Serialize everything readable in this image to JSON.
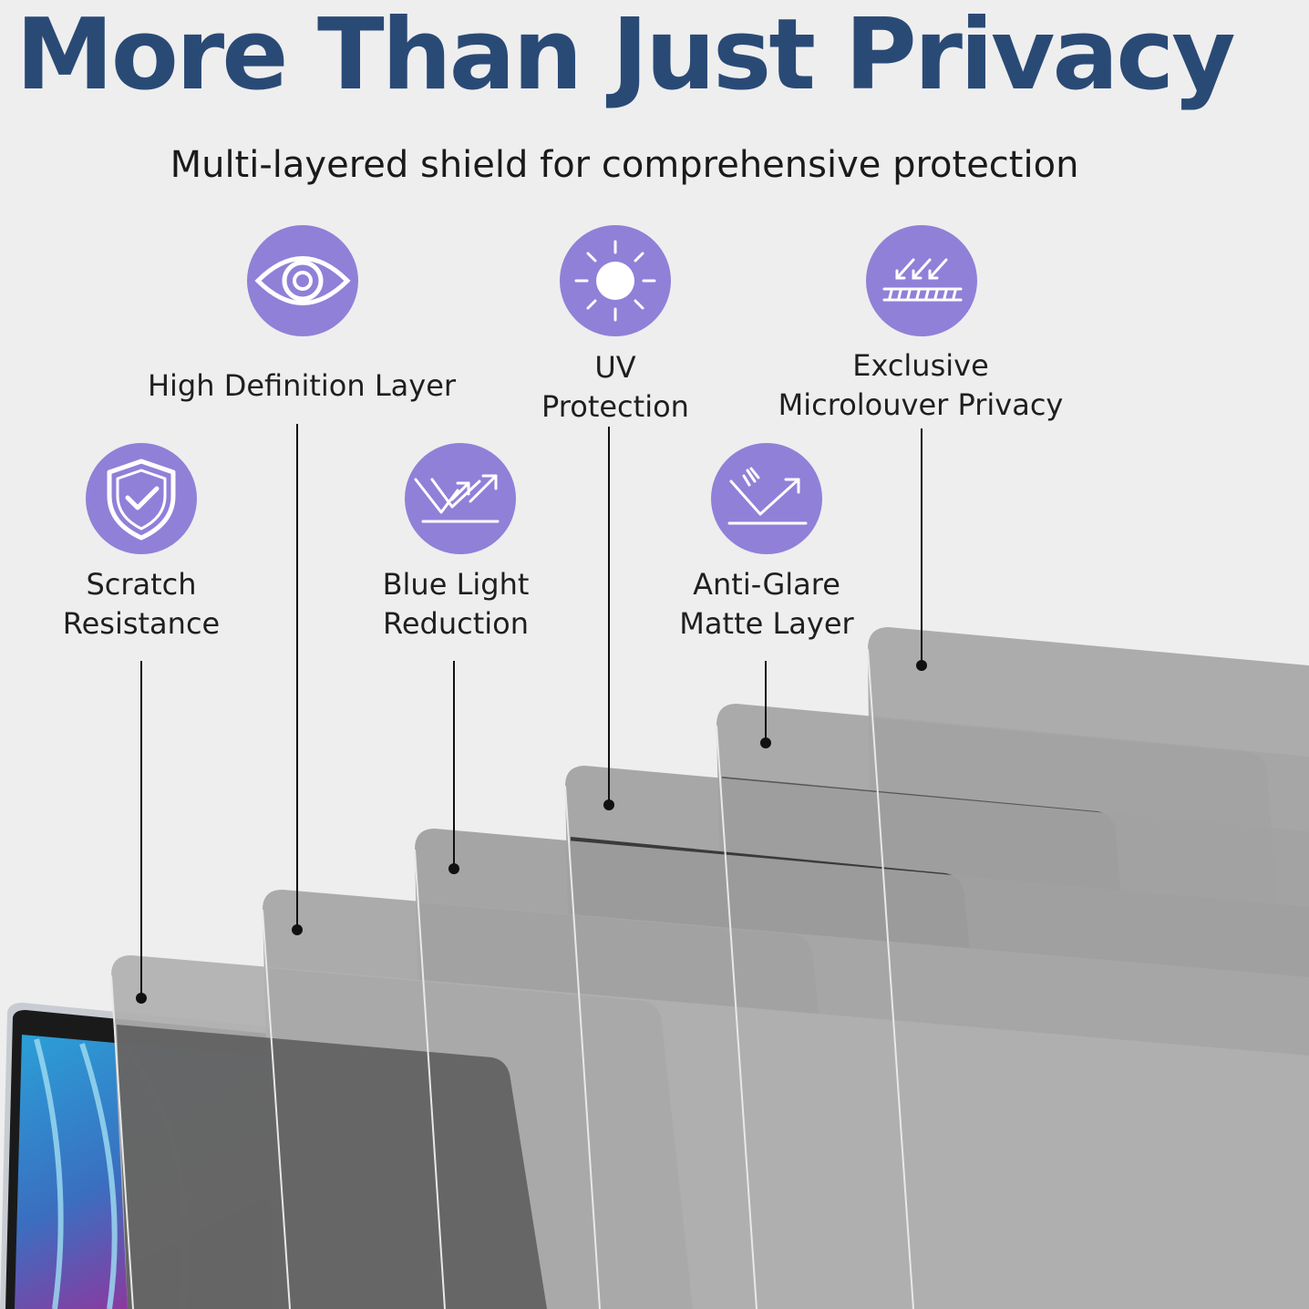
{
  "header": {
    "title": "More Than Just Privacy",
    "subtitle": "Multi-layered shield for comprehensive protection"
  },
  "features": [
    {
      "id": "high-definition",
      "icon": "eye-icon",
      "lines": [
        "High Definition Layer"
      ]
    },
    {
      "id": "uv-protection",
      "icon": "sun-icon",
      "lines": [
        "UV",
        "Protection"
      ]
    },
    {
      "id": "microlouver",
      "icon": "microlouver-icon",
      "lines": [
        "Exclusive",
        "Microlouver Privacy"
      ]
    },
    {
      "id": "scratch",
      "icon": "shield-check-icon",
      "lines": [
        "Scratch",
        "Resistance"
      ]
    },
    {
      "id": "blue-light",
      "icon": "blue-light-reflect-icon",
      "lines": [
        "Blue Light",
        "Reduction"
      ]
    },
    {
      "id": "anti-glare",
      "icon": "anti-glare-icon",
      "lines": [
        "Anti-Glare",
        "Matte Layer"
      ]
    }
  ],
  "colors": {
    "title": "#2a4a76",
    "icon_circle": "#9080d8",
    "background": "#eeeeee"
  }
}
